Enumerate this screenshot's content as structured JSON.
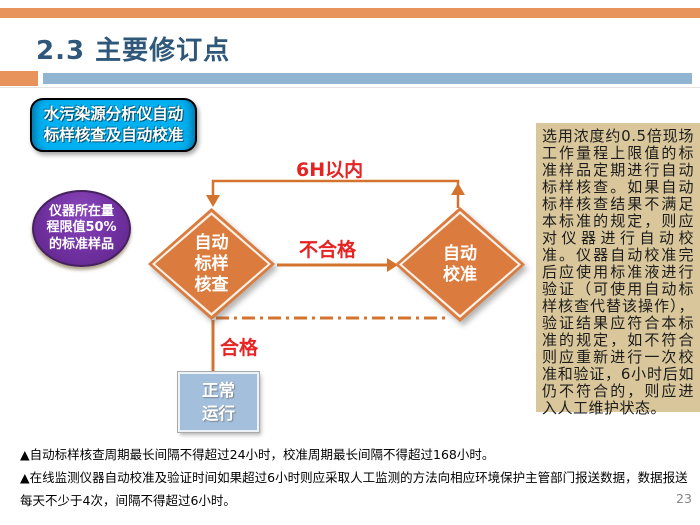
{
  "header": {
    "title": "2.3  主要修订点"
  },
  "flowchart": {
    "topic_box": {
      "label": "水污染源分析仪自动\n标样核查及自动校准"
    },
    "sample_ellipse": {
      "label": "仪器所在量\n程限值50%\n的标准样品"
    },
    "check_diamond": {
      "label": "自动\n标样\n核查"
    },
    "calibrate_diamond": {
      "label": "自动\n校准"
    },
    "normal_box": {
      "label": "正常\n运行"
    },
    "interval_label": "6H以内",
    "fail_label": "不合格",
    "pass_label": "合格"
  },
  "sidebar": {
    "text": "选用浓度约0.5倍现场工作量程上限值的标准样品定期进行自动标样核查。如果自动标样核查结果不满足本标准的规定，则应对仪器进行自动校准。仪器自动校准完后应使用标准液进行验证（可使用自动标样核查代替该操作），验证结果应符合本标准的规定，如不符合则应重新进行一次校准和验证，6小时后如仍不符合的，则应进入人工维护状态。"
  },
  "notes": [
    "▲自动标样核查周期最长间隔不得超过24小时，校准周期最长间隔不得超过168小时。",
    "▲在线监测仪器自动校准及验证时间如果超过6小时则应采取人工监测的方法向相应环境保护主管部门报送数据，数据报送每天不少于4次，间隔不得超过6小时。"
  ],
  "page_number": "23",
  "colors": {
    "accent_orange": "#E8935C",
    "diamond_orange": "#DB7B3E",
    "connector_orange": "#D4732E",
    "accent_blue_bar": "#92B4D3",
    "title_blue": "#2E577A",
    "topic_cyan": "#00B0F0",
    "sample_purple": "#7030A0",
    "panel_tan": "#D9C79B",
    "normal_blue": "#A4BFDB",
    "label_red": "#E62222"
  }
}
